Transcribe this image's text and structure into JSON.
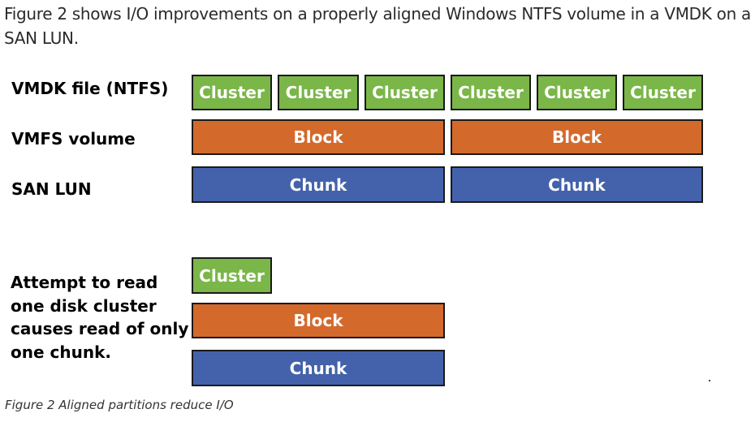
{
  "intro_text": "Figure 2 shows I/O improvements on a properly aligned Windows NTFS volume in a VMDK on a SAN LUN.",
  "colors": {
    "cluster": "#7ab648",
    "block": "#d4692c",
    "chunk": "#4362ab",
    "border": "#1a1a1a"
  },
  "rows": {
    "vmdk_label": "VMDK file (NTFS)",
    "vmfs_label": "VMFS volume",
    "san_label": "SAN LUN"
  },
  "top_diagram": {
    "clusters": [
      "Cluster",
      "Cluster",
      "Cluster",
      "Cluster",
      "Cluster",
      "Cluster"
    ],
    "blocks": [
      "Block",
      "Block"
    ],
    "chunks": [
      "Chunk",
      "Chunk"
    ]
  },
  "bottom_diagram": {
    "note": "Attempt to read one disk cluster causes read of only one chunk.",
    "cluster": "Cluster",
    "block": "Block",
    "chunk": "Chunk"
  },
  "caption": "Figure 2 Aligned partitions reduce I/O"
}
